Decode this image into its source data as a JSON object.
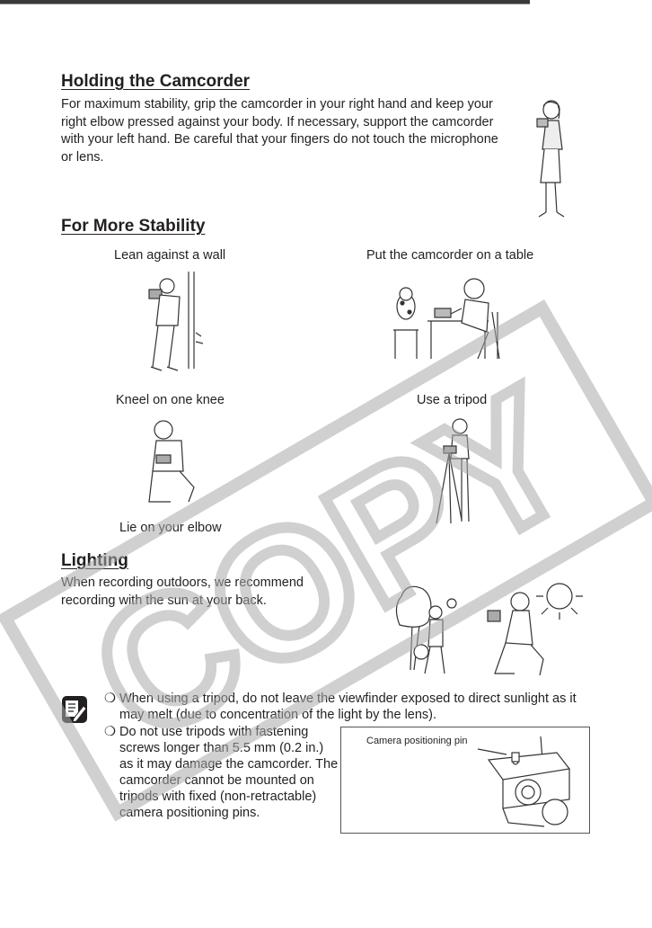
{
  "holding": {
    "title": "Holding the Camcorder",
    "text": "For maximum stability, grip the camcorder in your right hand and keep your right elbow pressed against your body. If necessary, support the camcorder with your left hand. Be careful that your fingers do not touch the microphone or lens."
  },
  "stability": {
    "title": "For More Stability",
    "captions": {
      "wall": "Lean against a wall",
      "table": "Put the camcorder on a table",
      "kneel": "Kneel on one knee",
      "tripod": "Use a tripod",
      "elbow": "Lie on your elbow"
    }
  },
  "lighting": {
    "title": "Lighting",
    "text": "When recording outdoors, we recommend recording with the sun at your back."
  },
  "notes": {
    "bullet_symbol": "❍",
    "note1": "When using a tripod, do not leave the viewfinder exposed to direct sunlight as it may melt (due to concentration of the light by the lens).",
    "note2": "Do not use tripods with fastening screws longer than 5.5 mm (0.2 in.) as it may damage the camcorder. The camcorder cannot be mounted on tripods with fixed (non-retractable) camera positioning pins.",
    "pin_label": "Camera positioning pin"
  },
  "watermark": "COPY"
}
